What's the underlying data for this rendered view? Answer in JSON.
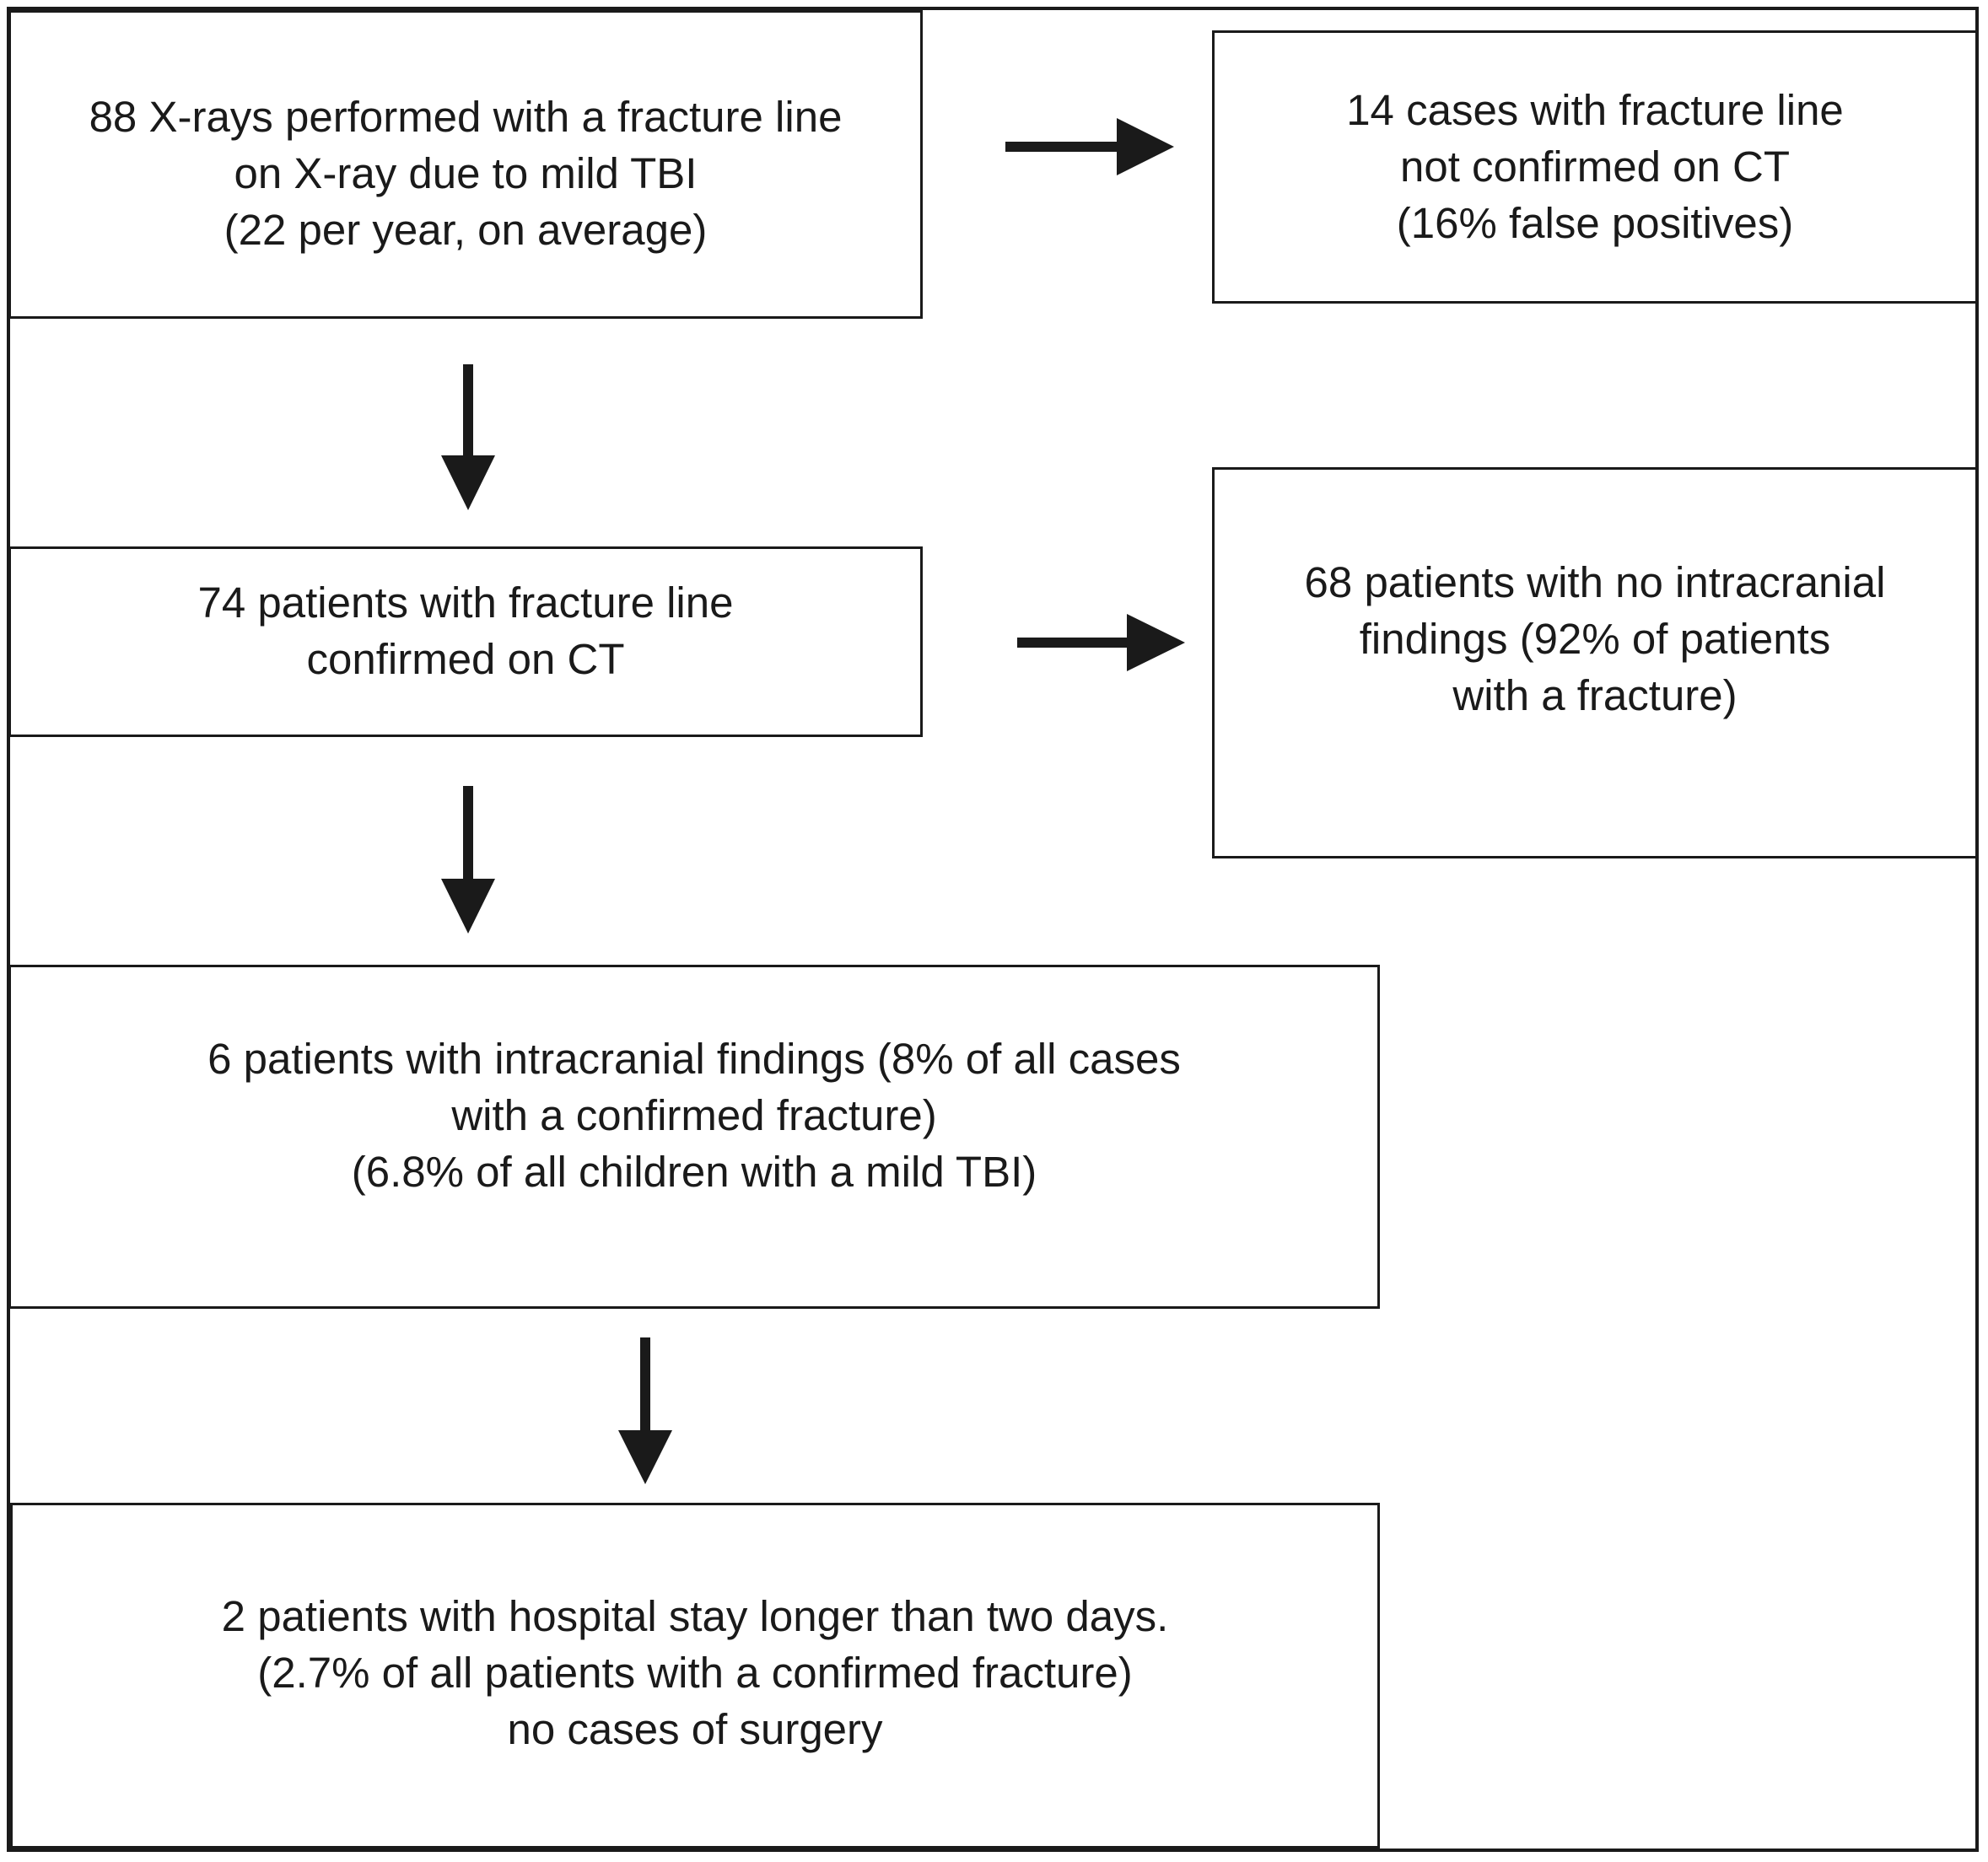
{
  "nodes": {
    "xrays": {
      "lines": [
        "88 X-rays performed with a fracture line",
        "on X-ray due to mild TBI",
        "(22 per year, on average)"
      ]
    },
    "false_positives": {
      "lines": [
        "14 cases with fracture line",
        "not confirmed on CT",
        "(16% false positives)"
      ]
    },
    "confirmed": {
      "lines": [
        "74 patients with fracture line",
        "confirmed on CT"
      ]
    },
    "no_intracranial": {
      "lines": [
        "68 patients with no intracranial",
        "findings (92% of patients",
        "with a fracture)"
      ]
    },
    "intracranial": {
      "lines": [
        "6 patients with intracranial findings (8% of all cases",
        "with a confirmed fracture)",
        "(6.8% of all children with a mild TBI)"
      ]
    },
    "hospital_stay": {
      "lines": [
        "2 patients with hospital stay longer than two days.",
        "(2.7% of all patients with a confirmed fracture)",
        "no cases of surgery"
      ]
    }
  },
  "edges": [
    {
      "from": "xrays",
      "to": "false_positives"
    },
    {
      "from": "xrays",
      "to": "confirmed"
    },
    {
      "from": "confirmed",
      "to": "no_intracranial"
    },
    {
      "from": "confirmed",
      "to": "intracranial"
    },
    {
      "from": "intracranial",
      "to": "hospital_stay"
    }
  ],
  "colors": {
    "stroke": "#1a1a1a",
    "background": "#ffffff"
  }
}
